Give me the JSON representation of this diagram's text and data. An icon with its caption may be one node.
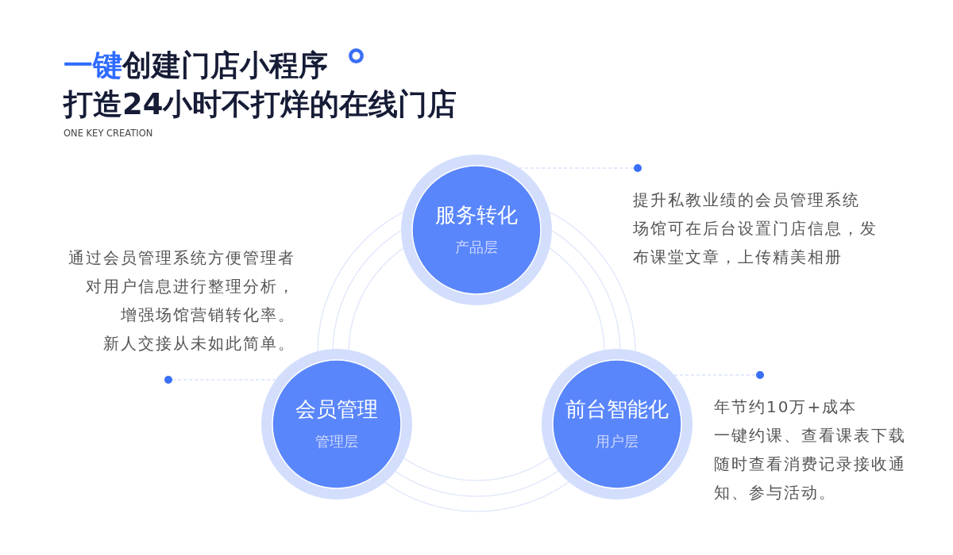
{
  "diagram": {
    "title": "**一键**创建门店小程序",
    "nodes": [
      {
        "text": [
          "服务转化",
          "产品层"
        ]
      },
      {
        "text": [],
        "shape": "circle",
        "beside": [
          "提升私教业绩的会员管理系统",
          "场馆可在后台设置门店信息，发布课堂文章，上传精美相册"
        ]
      },
      {
        "text": [],
        "shape": "circle"
      },
      {
        "text": [
          "会员管理",
          "管理层"
        ],
        "beside": [
          "通过会员管理系统方便管理者对用户信息进行整理分析，",
          "增强场馆营销转化率。",
          "新人交接从未如此简单。"
        ]
      },
      {
        "text": [
          "前台智能化",
          "用户层"
        ]
      },
      {
        "text": [],
        "shape": "circle",
        "beside": [
          "年节约10万+成本",
          "一键约课、查看课表下载",
          "随时查看消费记录接收通知、参与活动。"
        ]
      }
    ],
    "edges": [
      {
        "from": 0,
        "to": 3,
        "arrow": "none"
      },
      {
        "from": 0,
        "to": 3,
        "arrow": "none"
      },
      {
        "from": 0,
        "to": 3,
        "arrow": "none"
      },
      {
        "from": 0,
        "to": 4,
        "arrow": "none"
      },
      {
        "from": 0,
        "to": 4,
        "arrow": "none"
      },
      {
        "from": 0,
        "to": 4,
        "arrow": "none"
      },
      {
        "from": 3,
        "to": 4,
        "arrow": "none"
      },
      {
        "from": 3,
        "to": 4,
        "arrow": "none"
      },
      {
        "from": 3,
        "to": 4,
        "arrow": "none"
      },
      {
        "from": 0,
        "to": 1,
        "arrow": "none",
        "style": "dashed"
      },
      {
        "from": 3,
        "to": 2,
        "arrow": "none",
        "style": "dashed"
      },
      {
        "from": 4,
        "to": 5,
        "arrow": "none",
        "style": "dashed"
      }
    ],
    "labels": [
      "打造24小时不打烊的在线门店",
      "ONE KEY CREATION"
    ]
  }
}
